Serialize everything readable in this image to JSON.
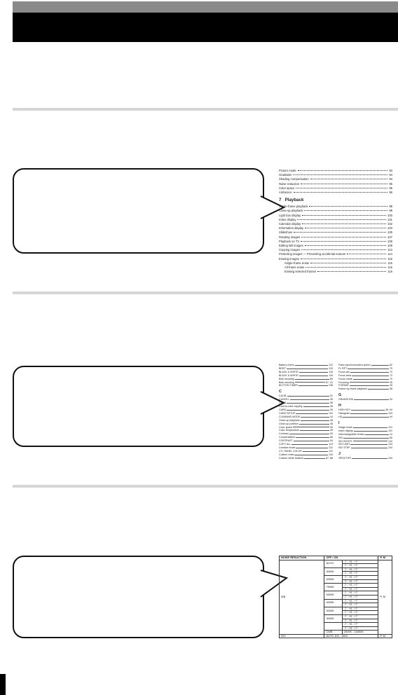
{
  "playback_toc": {
    "entries": [
      {
        "label": "Picture mode",
        "page": "93"
      },
      {
        "label": "Gradation",
        "page": "94"
      },
      {
        "label": "Shading compensation",
        "page": "94"
      },
      {
        "label": "Noise reduction",
        "page": "95"
      },
      {
        "label": "Color space",
        "page": "95"
      },
      {
        "label": "Ambience",
        "page": "96"
      }
    ],
    "chapter_number": "7",
    "chapter_title": "Playback",
    "chapter_entries": [
      {
        "label": "Single-frame playback",
        "page": "98",
        "indent": false
      },
      {
        "label": "Close-up playback",
        "page": "99",
        "indent": false
      },
      {
        "label": "Light box display",
        "page": "100",
        "indent": false
      },
      {
        "label": "Index display",
        "page": "101",
        "indent": false
      },
      {
        "label": "Calendar display",
        "page": "102",
        "indent": false
      },
      {
        "label": "Information display",
        "page": "103",
        "indent": false
      },
      {
        "label": "Slideshow",
        "page": "105",
        "indent": false
      },
      {
        "label": "Rotating images",
        "page": "107",
        "indent": false
      },
      {
        "label": "Playback on TV",
        "page": "108",
        "indent": false
      },
      {
        "label": "Editing still images",
        "page": "109",
        "indent": false
      },
      {
        "label": "Copying images",
        "page": "113",
        "indent": false
      },
      {
        "label": "Protecting images — Preventing accidental erasure",
        "page": "114",
        "indent": false
      },
      {
        "label": "Erasing images",
        "page": "115",
        "indent": false
      },
      {
        "label": "Single-frame erase",
        "page": "115",
        "indent": true
      },
      {
        "label": "All-frame erase",
        "page": "115",
        "indent": true
      },
      {
        "label": "Erasing selected frames",
        "page": "116",
        "indent": true
      }
    ]
  },
  "index_thumb": {
    "left": [
      {
        "label": "Battery check",
        "page": "122"
      },
      {
        "label": "BEEP",
        "page": "133"
      },
      {
        "label": "BLACK & WHITE",
        "page": "116"
      },
      {
        "label": "BLACK & WHITE",
        "page": "116"
      },
      {
        "label": "Bulb shooting",
        "page": "89"
      },
      {
        "label": "Bulb shooting",
        "page": "87, 41"
      },
      {
        "label": "BUTTON TIMER",
        "page": "136"
      },
      {
        "letter": "C"
      },
      {
        "label": "CALIB.",
        "page": "91"
      },
      {
        "label": "CANCEL",
        "page": "35"
      },
      {
        "label": "CF/xD",
        "page": "36"
      },
      {
        "label": "Card-to-card copying",
        "page": "38"
      },
      {
        "label": "CARD",
        "page": "39"
      },
      {
        "label": "CARD SETUP",
        "page": "122"
      },
      {
        "label": "CLEANING MODE",
        "page": "44"
      },
      {
        "label": "Close-up playback",
        "page": "48"
      },
      {
        "label": "Close-up position",
        "page": "48"
      },
      {
        "label": "Color space",
        "page": "95"
      },
      {
        "label": "Color temperature",
        "page": "45"
      },
      {
        "label": "Contrast",
        "page": "93"
      },
      {
        "label": "Compensation",
        "page": "86"
      },
      {
        "label": "CONTRAST",
        "page": "94"
      },
      {
        "label": "COPY ALL",
        "page": "113"
      },
      {
        "label": "Creative mode",
        "page": "131"
      },
      {
        "label": "CTL PANEL COLOR",
        "page": "131"
      },
      {
        "label": "Custom reset",
        "page": "134"
      },
      {
        "label": "Custom white balance",
        "page": "87, 88"
      }
    ],
    "right": [
      {
        "label": "Flash synchronization speed",
        "page": "82"
      },
      {
        "label": "FL RPT",
        "page": "75"
      },
      {
        "label": "Focus aid",
        "page": "70"
      },
      {
        "label": "Focus area",
        "page": "72"
      },
      {
        "label": "Focus mode",
        "page": "70"
      },
      {
        "label": "Focusing",
        "page": "45"
      },
      {
        "label": "FORMAT",
        "page": "45"
      },
      {
        "label": "Frame-by-frame playback",
        "page": "98"
      },
      {
        "letter": "G"
      },
      {
        "label": "GRADATION",
        "page": "94"
      },
      {
        "letter": "H"
      },
      {
        "label": "HIGH KEY",
        "page": "38, 94"
      },
      {
        "label": "Histogram",
        "page": "103"
      },
      {
        "label": "HQ",
        "page": "94"
      },
      {
        "letter": "I"
      },
      {
        "label": "Image mode",
        "page": "101"
      },
      {
        "label": "Index display",
        "page": "101"
      },
      {
        "label": "Interchangeable lenses",
        "page": "14"
      },
      {
        "label": "ISO",
        "page": "80"
      },
      {
        "label": "ISO BOOST",
        "page": "134"
      },
      {
        "label": "ISO LIMIT",
        "page": "134"
      },
      {
        "label": "ISO STEP",
        "page": "134"
      },
      {
        "letter": "J"
      },
      {
        "label": "JPEG/TIFF",
        "page": "109"
      }
    ]
  },
  "settings_table": {
    "header": [
      "NOISE REDUCTION",
      "OFF / ON",
      "P, M"
    ],
    "wb_label": "WB",
    "wb_page": "P, M",
    "options": [
      {
        "name": "AUTO",
        "rows": [
          "-7 - +0 - +7",
          "-7 - +0 - +7"
        ]
      },
      {
        "name": "3000K",
        "rows": [
          "-7 - +0 - +7",
          "-7 - +0 - +7"
        ]
      },
      {
        "name": "4000K",
        "rows": [
          "-7 - +0 - +7",
          "-7 - +0 - +7"
        ]
      },
      {
        "name": "7500K",
        "rows": [
          "-7 - +0 - +7",
          "-7 - +0 - +7"
        ]
      },
      {
        "name": "5300K",
        "rows": [
          "-7 - +0 - +7",
          "-7 - +0 - +7"
        ]
      },
      {
        "name": "4000K",
        "rows": [
          "-7 - +0 - +7",
          "-7 - +0 - +7"
        ]
      },
      {
        "name": "4000K",
        "rows": [
          "-7 - +0 - +7",
          "-7 - +0 - +7"
        ]
      },
      {
        "name": "3000K",
        "rows": [
          "-7 - +0 - +7",
          "-7 - +0 - +7"
        ]
      },
      {
        "name": "",
        "rows": [
          "-7 - +0 - +7",
          "-7 - +0 - +7"
        ]
      }
    ],
    "cwb_name": "CWB",
    "cwb_value": "2000K - 14000K",
    "iso_label": "ISO",
    "iso_value": "AUTO 100 - 1600",
    "iso_page": "P, M"
  }
}
